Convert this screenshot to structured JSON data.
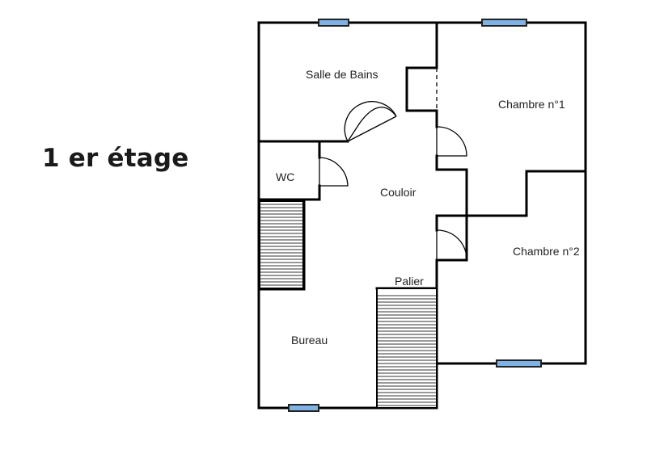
{
  "floor_label": "1 er étage",
  "rooms": {
    "salle_de_bains": "Salle de Bains",
    "chambre_1": "Chambre n°1",
    "chambre_2": "Chambre n°2",
    "wc": "WC",
    "couloir": "Couloir",
    "palier": "Palier",
    "bureau": "Bureau"
  },
  "colors": {
    "window": "#7fb2e5",
    "wall": "#000000"
  }
}
